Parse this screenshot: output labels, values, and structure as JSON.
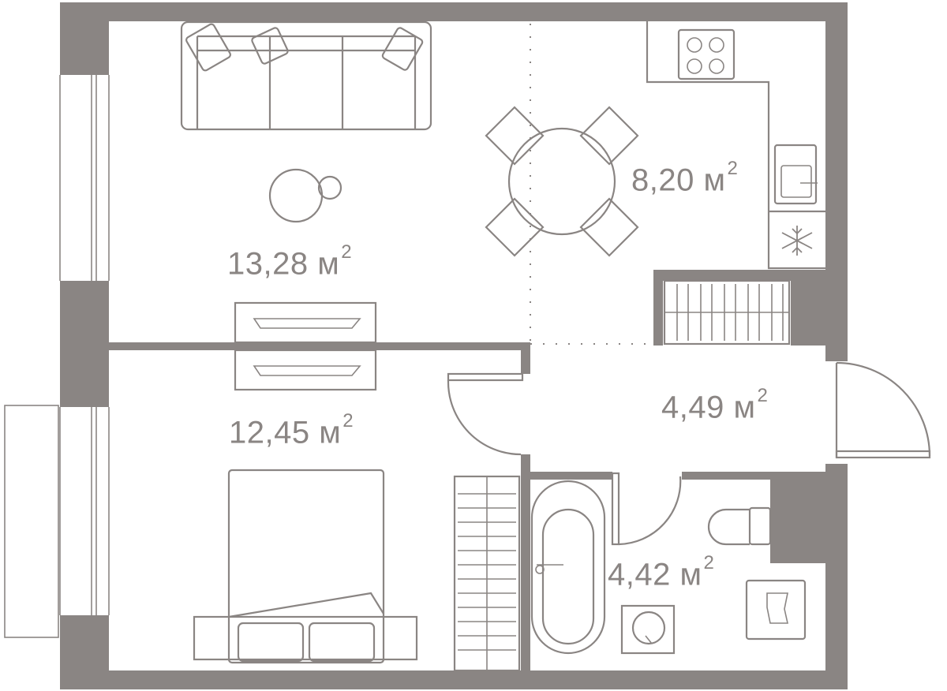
{
  "colors": {
    "wall": "#8a8583",
    "background": "#ffffff",
    "label": "#8a8583"
  },
  "rooms": [
    {
      "id": "living",
      "area": "13,28",
      "unit": "м",
      "unit_power": "2"
    },
    {
      "id": "kitchen",
      "area": "8,20",
      "unit": "м",
      "unit_power": "2"
    },
    {
      "id": "bedroom",
      "area": "12,45",
      "unit": "м",
      "unit_power": "2"
    },
    {
      "id": "hall",
      "area": "4,49",
      "unit": "м",
      "unit_power": "2"
    },
    {
      "id": "bathroom",
      "area": "4,42",
      "unit": "м",
      "unit_power": "2"
    }
  ],
  "icons": [
    "sofa-icon",
    "round-table-icon",
    "dining-table-icon",
    "chair-icon",
    "stove-icon",
    "sink-icon",
    "snowflake-icon",
    "wardrobe-icon",
    "bed-icon",
    "bathtub-icon",
    "toilet-icon",
    "washbasin-icon",
    "washing-machine-icon",
    "door-icon",
    "window-icon"
  ]
}
